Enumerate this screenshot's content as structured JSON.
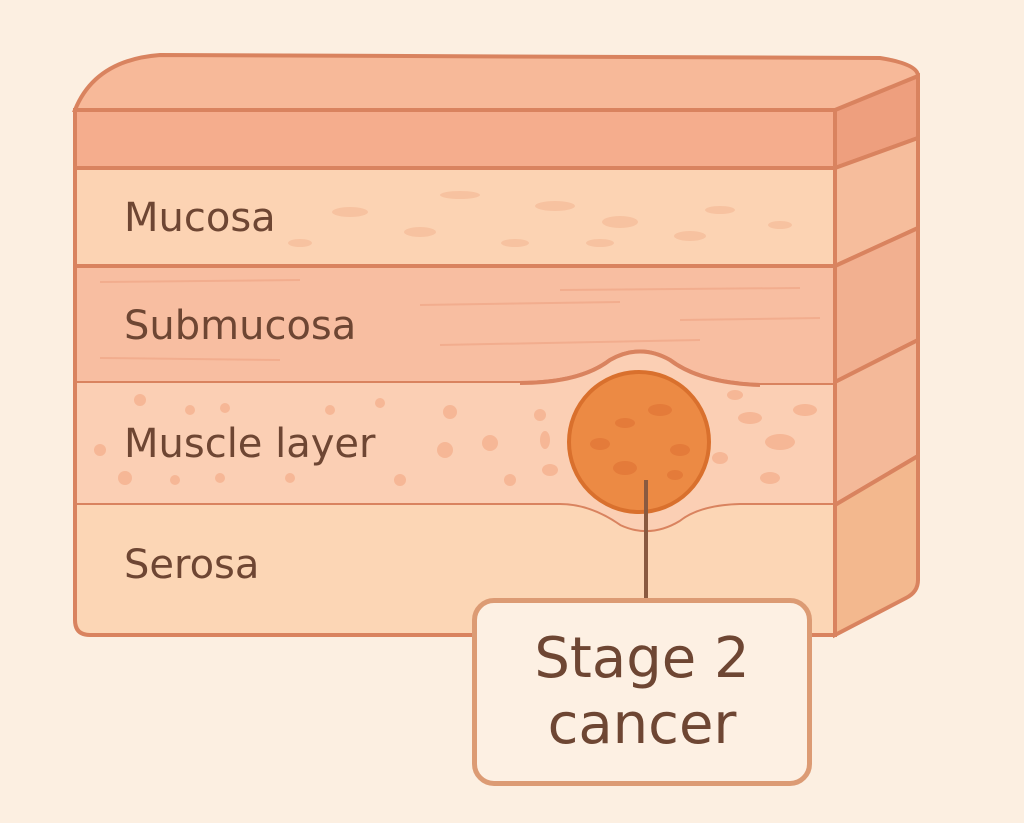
{
  "diagram": {
    "layers": [
      {
        "label": "Mucosa"
      },
      {
        "label": "Submucosa"
      },
      {
        "label": "Muscle layer"
      },
      {
        "label": "Serosa"
      }
    ],
    "tumor": {
      "label_line1": "Stage 2",
      "label_line2": "cancer"
    }
  },
  "colors": {
    "background": "#fcefe1",
    "outline": "#d9835f",
    "top_face": "#f7b999",
    "epithelium": "#f5ad8d",
    "mucosa": "#fcd3b3",
    "submucosa": "#f8bea1",
    "muscle": "#fbcfb4",
    "serosa": "#fcd6b5",
    "tumor": "#ec8a44",
    "tumor_outline": "#d9702d",
    "text": "#6e4633",
    "leader": "#8a5a40"
  }
}
